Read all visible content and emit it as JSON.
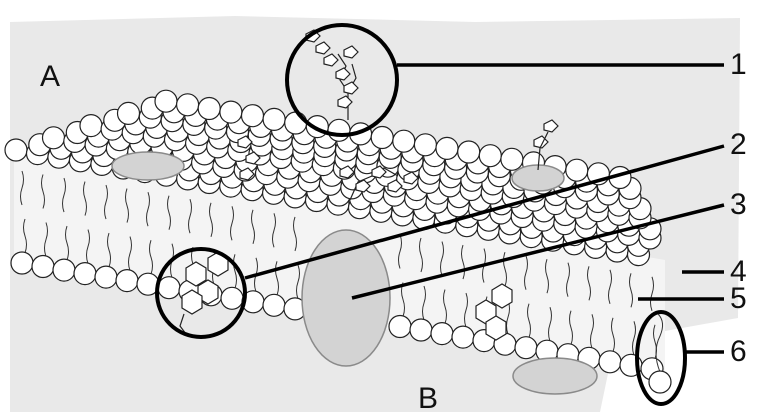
{
  "sides": {
    "top": "A",
    "bottom": "B"
  },
  "callouts": [
    "1",
    "2",
    "3",
    "4",
    "5",
    "6"
  ],
  "colors": {
    "background": "#ffffff",
    "backdrop": "#e9e9e9",
    "head_fill": "#ffffff",
    "head_stroke": "#222222",
    "protein_fill": "#d3d3d3",
    "protein_stroke": "#8a8a8a",
    "line": "#000000"
  }
}
